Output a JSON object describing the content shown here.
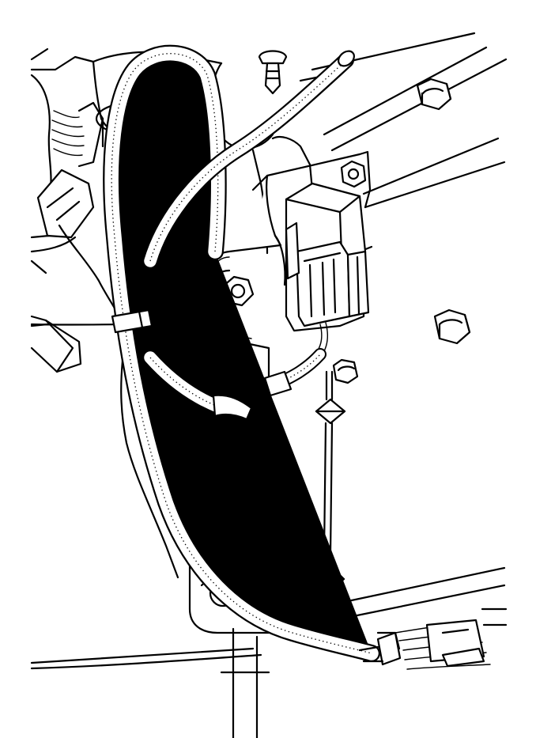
{
  "illustration": {
    "style": "black line-art service illustration",
    "colors": {
      "line": "#000000",
      "background": "#ffffff"
    },
    "components": [
      "body-panel",
      "mounting-bracket",
      "relay-connector",
      "convoluted-harness",
      "hex-nut",
      "push-pin-clip",
      "cable-tie",
      "cross-member"
    ]
  }
}
